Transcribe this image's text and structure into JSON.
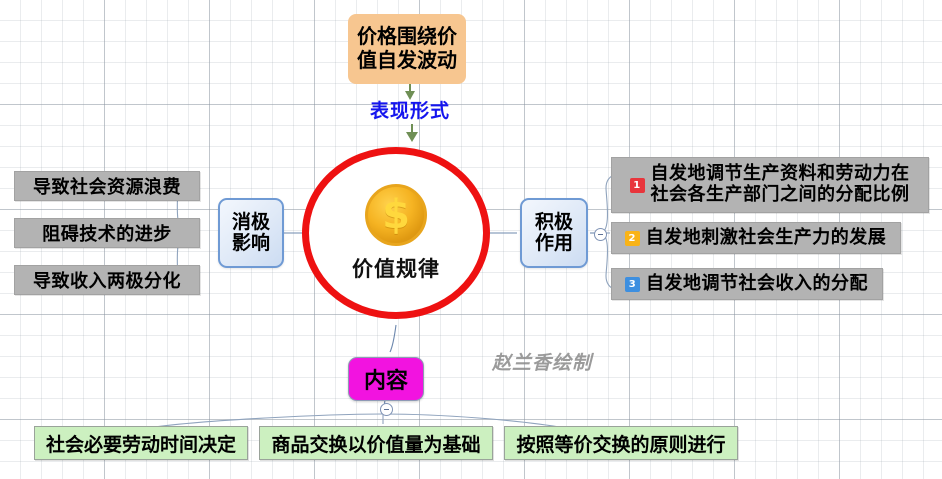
{
  "diagram": {
    "title": "价值规律",
    "watermark": "赵兰香绘制",
    "centre": {
      "label": "价值规律",
      "icon": "dollar-coin-icon",
      "symbol": "$",
      "border_color": "#ee1111"
    },
    "top": {
      "box_text_line1": "价格围绕价",
      "box_text_line2": "值自发波动",
      "connector_label": "表现形式",
      "box_color": "#f7c690",
      "label_color": "#1515ee"
    },
    "left_branch": {
      "label_line1": "消极",
      "label_line2": "影响",
      "items": [
        {
          "text": "导致社会资源浪费"
        },
        {
          "text": "阻碍技术的进步"
        },
        {
          "text": "导致收入两极分化"
        }
      ],
      "item_color": "#b3b3b3"
    },
    "right_branch": {
      "label_line1": "积极",
      "label_line2": "作用",
      "items": [
        {
          "num": "1",
          "badge_color": "#e8353c",
          "line1": "自发地调节生产资料和劳动力在",
          "line2": "社会各生产部门之间的分配比例"
        },
        {
          "num": "2",
          "badge_color": "#f9b316",
          "line1": "自发地刺激社会生产力的发展",
          "line2": ""
        },
        {
          "num": "3",
          "badge_color": "#3d8fe0",
          "line1": "自发地调节社会收入的分配",
          "line2": ""
        }
      ],
      "item_color": "#b3b3b3"
    },
    "bottom_branch": {
      "label": "内容",
      "label_color": "#f213e0",
      "items": [
        {
          "text": "社会必要劳动时间决定"
        },
        {
          "text": "商品交换以价值量为基础"
        },
        {
          "text": "按照等价交换的原则进行"
        }
      ],
      "item_color": "#ccf0c0"
    }
  }
}
